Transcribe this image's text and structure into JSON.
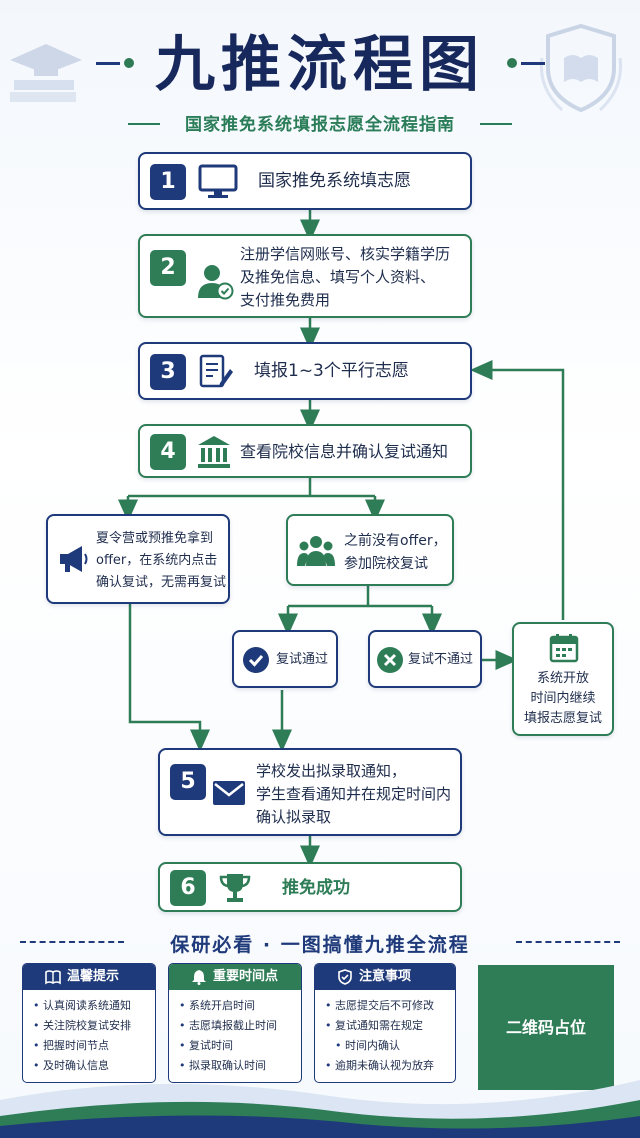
{
  "header": {
    "title": "九推流程图",
    "subtitle": "国家推免系统填报志愿全流程指南"
  },
  "steps": [
    {
      "num": "1",
      "text": "国家推免系统填志愿",
      "icon": "monitor-icon"
    },
    {
      "num": "2",
      "lines": [
        "注册学信网账号、核实学籍学历",
        "及推免信息、填写个人资料、",
        "支付推免费用"
      ],
      "icon": "user-check-icon"
    },
    {
      "num": "3",
      "text": "填报1~3个平行志愿",
      "icon": "edit-document-icon"
    },
    {
      "num": "4",
      "text": "查看院校信息并确认复试通知",
      "icon": "institution-icon"
    },
    {
      "num": "5",
      "lines": [
        "学校发出拟录取通知，",
        "学生查看通知并在规定时间内",
        "确认拟录取"
      ],
      "icon": "envelope-icon"
    },
    {
      "num": "6",
      "text": "推免成功",
      "icon": "trophy-icon"
    }
  ],
  "branches": {
    "offer": {
      "lines": [
        "夏令营或预推免拿到",
        "offer，在系统内点击",
        "确认复试，无需再复试"
      ],
      "icon": "megaphone-icon"
    },
    "no_offer": {
      "lines": [
        "之前没有offer，",
        "参加院校复试"
      ],
      "icon": "group-icon"
    },
    "pass": {
      "text": "复试通过",
      "icon": "check-circle-icon"
    },
    "fail": {
      "text": "复试不通过",
      "icon": "x-circle-icon"
    },
    "retry": {
      "lines": [
        "系统开放",
        "时间内继续",
        "填报志愿复试"
      ],
      "icon": "calendar-icon"
    }
  },
  "banner": "保研必看 · 一图搞懂九推全流程",
  "cards": [
    {
      "title": "温馨提示",
      "icon": "book-icon",
      "items": [
        "认真阅读系统通知",
        "关注院校复试安排",
        "把握时间节点",
        "及时确认信息"
      ]
    },
    {
      "title": "重要时间点",
      "icon": "bell-icon",
      "items": [
        "系统开启时间",
        "志愿填报截止时间",
        "复试时间",
        "拟录取确认时间"
      ]
    },
    {
      "title": "注意事项",
      "icon": "shield-check-icon",
      "items": [
        "志愿提交后不可修改",
        "复试通知需在规定",
        "时间内确认",
        "逾期未确认视为放弃"
      ]
    }
  ],
  "qr_placeholder": "二维码占位",
  "colors": {
    "navy": "#1f3a7a",
    "green": "#2e7d57"
  }
}
